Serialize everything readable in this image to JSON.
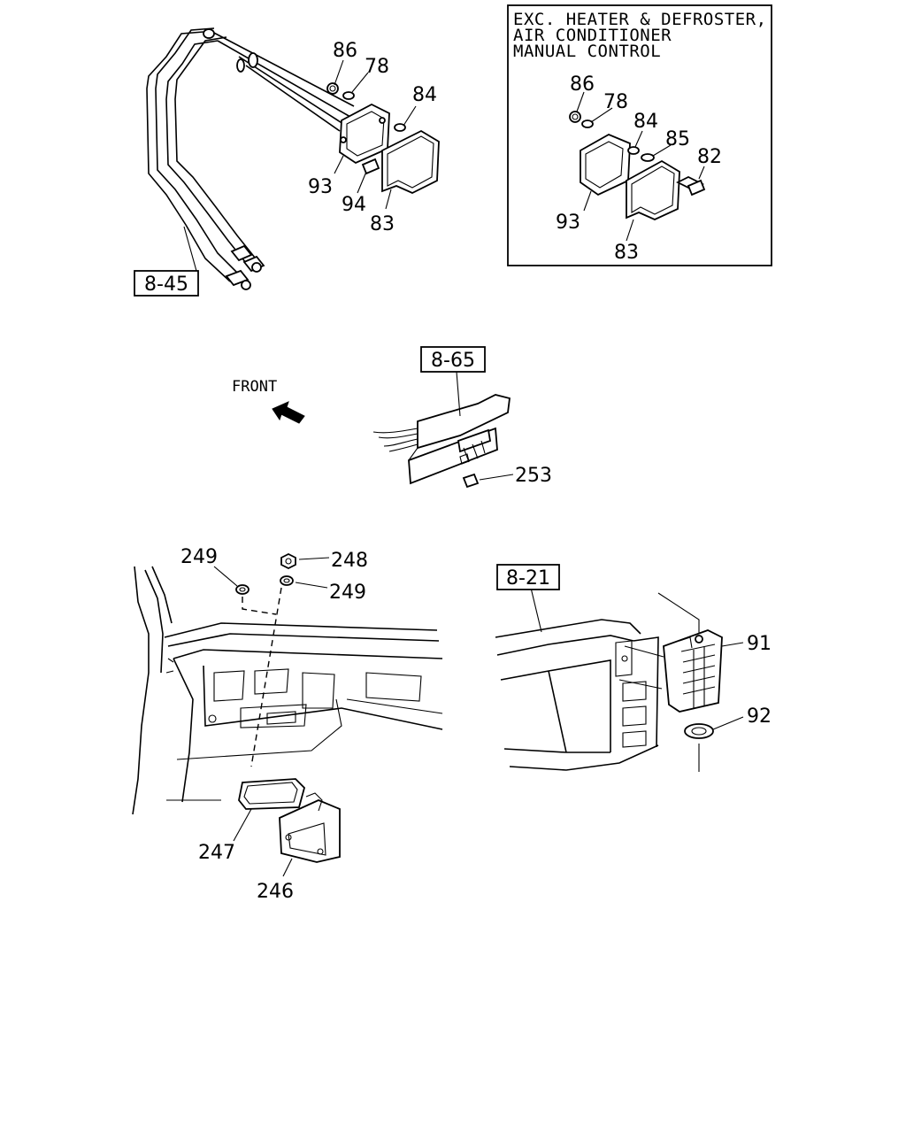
{
  "note_box": {
    "lines": [
      "EXC. HEATER & DEFROSTER,",
      "AIR CONDITIONER",
      "MANUAL CONTROL"
    ]
  },
  "references": {
    "ref_8_45": "8-45",
    "ref_8_65": "8-65",
    "ref_8_21": "8-21"
  },
  "front_label": "FRONT",
  "callouts": {
    "top_left": {
      "c86": "86",
      "c78": "78",
      "c84": "84",
      "c93": "93",
      "c94": "94",
      "c83": "83"
    },
    "top_right": {
      "c86": "86",
      "c78": "78",
      "c84": "84",
      "c85": "85",
      "c82": "82",
      "c93": "93",
      "c83": "83"
    },
    "middle": {
      "c253": "253"
    },
    "bottom_left": {
      "c249a": "249",
      "c248": "248",
      "c249b": "249",
      "c247": "247",
      "c246": "246"
    },
    "bottom_right": {
      "c91": "91",
      "c92": "92"
    }
  }
}
